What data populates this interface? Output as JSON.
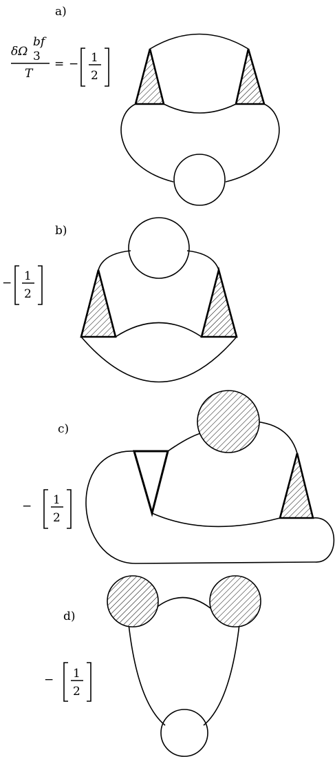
{
  "panels": {
    "a": {
      "label": "a)",
      "lhs": {
        "numerator": "δΩ",
        "subscript": "3",
        "superscript": "bf",
        "denominator": "T",
        "equals": "="
      },
      "prefix": "−",
      "fraction": {
        "num": "1",
        "den": "2"
      }
    },
    "b": {
      "label": "b)",
      "prefix": "−",
      "fraction": {
        "num": "1",
        "den": "2"
      }
    },
    "c": {
      "label": "c)",
      "prefix": "−",
      "fraction": {
        "num": "1",
        "den": "2"
      }
    },
    "d": {
      "label": "d)",
      "prefix": "−",
      "fraction": {
        "num": "1",
        "den": "2"
      }
    }
  },
  "style": {
    "line_color": "#000000",
    "background": "#ffffff",
    "hatch_fill": "diagonal-hatch"
  }
}
